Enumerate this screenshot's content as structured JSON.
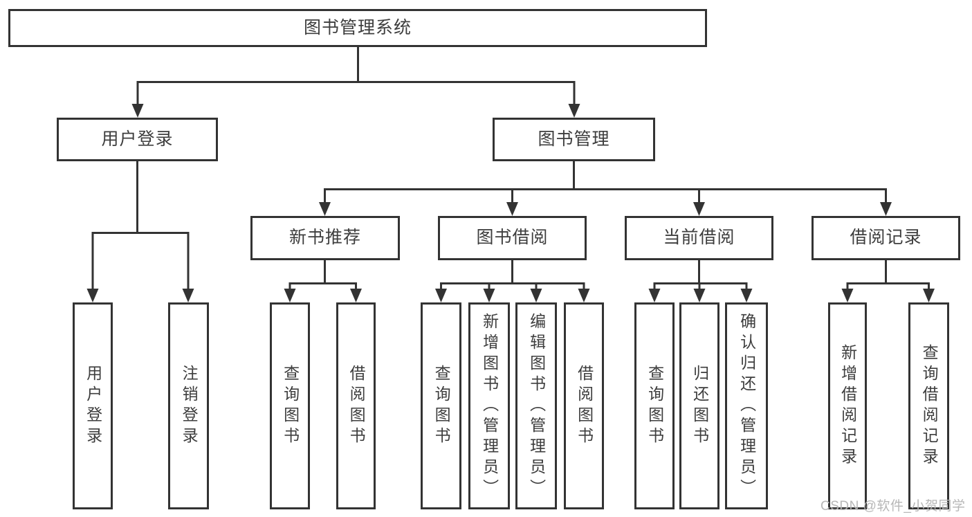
{
  "diagram_type": "hierarchy-tree",
  "tree": {
    "label": "图书管理系统",
    "children": [
      {
        "label": "用户登录",
        "children": [
          {
            "label": "用户登录"
          },
          {
            "label": "注销登录"
          }
        ]
      },
      {
        "label": "图书管理",
        "children": [
          {
            "label": "新书推荐",
            "children": [
              {
                "label": "查询图书"
              },
              {
                "label": "借阅图书"
              }
            ]
          },
          {
            "label": "图书借阅",
            "children": [
              {
                "label": "查询图书"
              },
              {
                "label": "新增图书（管理员）"
              },
              {
                "label": "编辑图书（管理员）"
              },
              {
                "label": "借阅图书"
              }
            ]
          },
          {
            "label": "当前借阅",
            "children": [
              {
                "label": "查询图书"
              },
              {
                "label": "归还图书"
              },
              {
                "label": "确认归还（管理员）"
              }
            ]
          },
          {
            "label": "借阅记录",
            "children": [
              {
                "label": "新增借阅记录"
              },
              {
                "label": "查询借阅记录"
              }
            ]
          }
        ]
      }
    ]
  },
  "watermark": "CSDN @软件_小贺同学",
  "colors": {
    "line": "#333333",
    "box_border": "#333333",
    "text": "#3d3d3d",
    "watermark": "#b7b7b7",
    "background": "#ffffff"
  }
}
